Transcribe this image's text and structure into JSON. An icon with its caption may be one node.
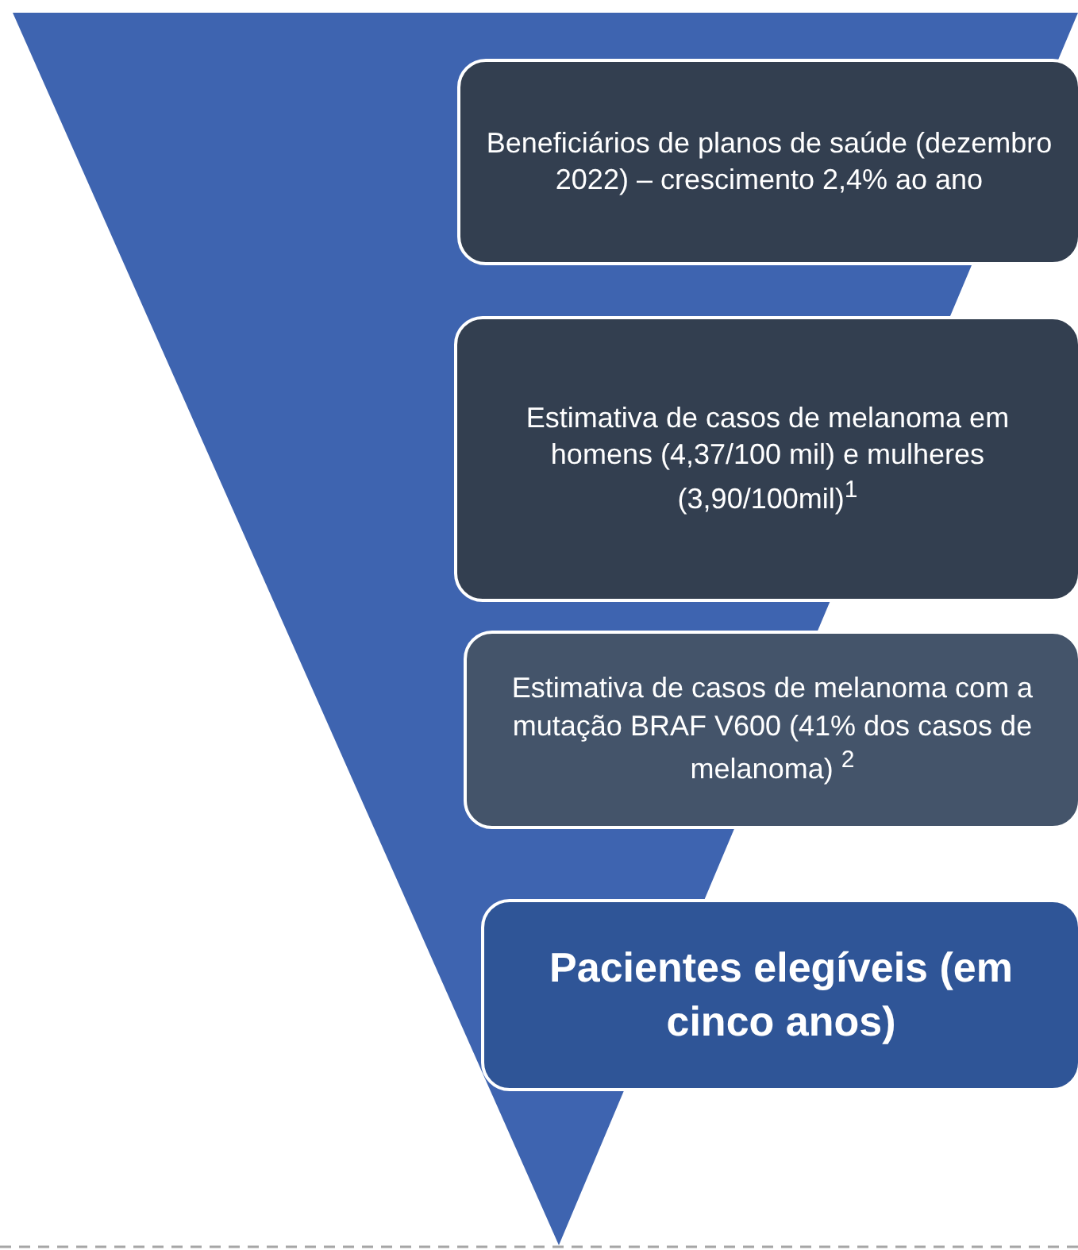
{
  "diagram": {
    "nodes": [
      {
        "text": [
          "Beneficiários de planos de saúde (dezembro 2022) – crescimento 2,4% ao ano"
        ]
      },
      {
        "text": [
          "Estimativa de casos de melanoma em homens (4,37/100 mil) e mulheres (3,90/100mil)$^{1}$"
        ]
      },
      {
        "text": [
          "Estimativa de casos de melanoma com a mutação BRAF V600 (41% dos casos de melanoma) $^{2}$"
        ]
      },
      {
        "text": [
          "Pacientes elegíveis (em cinco anos)"
        ]
      }
    ],
    "edges": []
  }
}
